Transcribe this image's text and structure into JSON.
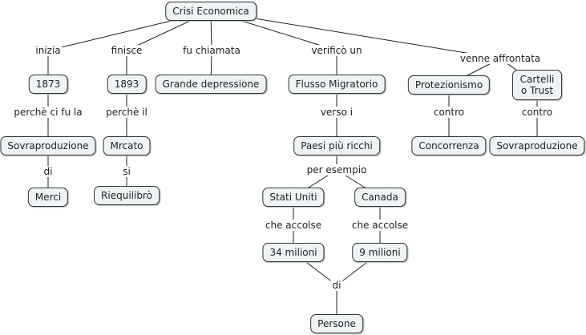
{
  "nodes": {
    "root": "Crisi Economica",
    "y1873": "1873",
    "y1893": "1893",
    "grande": "Grande depressione",
    "flusso": "Flusso Migratorio",
    "protez": "Protezionismo",
    "cartelli": "Cartelli o Trust",
    "sovra1": "Sovraproduzione",
    "mrcato": "Mrcato",
    "paesi": "Paesi più ricchi",
    "concorrenza": "Concorrenza",
    "sovra2": "Sovraproduzione",
    "merci": "Merci",
    "riequ": "Riequilibrò",
    "usa": "Stati Uniti",
    "canada": "Canada",
    "m34": "34 milioni",
    "m9": "9 milioni",
    "persone": "Persone"
  },
  "links": {
    "inizia": "inizia",
    "finisce": "finisce",
    "chiamata": "fu chiamata",
    "verifico": "verificò un",
    "affrontata": "venne affrontata",
    "perche_la": "perchè ci fu la",
    "perche_il": "perchè il",
    "verso": "verso i",
    "contro1": "contro",
    "contro2": "contro",
    "di1": "di",
    "si": "si",
    "esempio": "per esempio",
    "accolse1": "che accolse",
    "accolse2": "che accolse",
    "di2": "di"
  }
}
